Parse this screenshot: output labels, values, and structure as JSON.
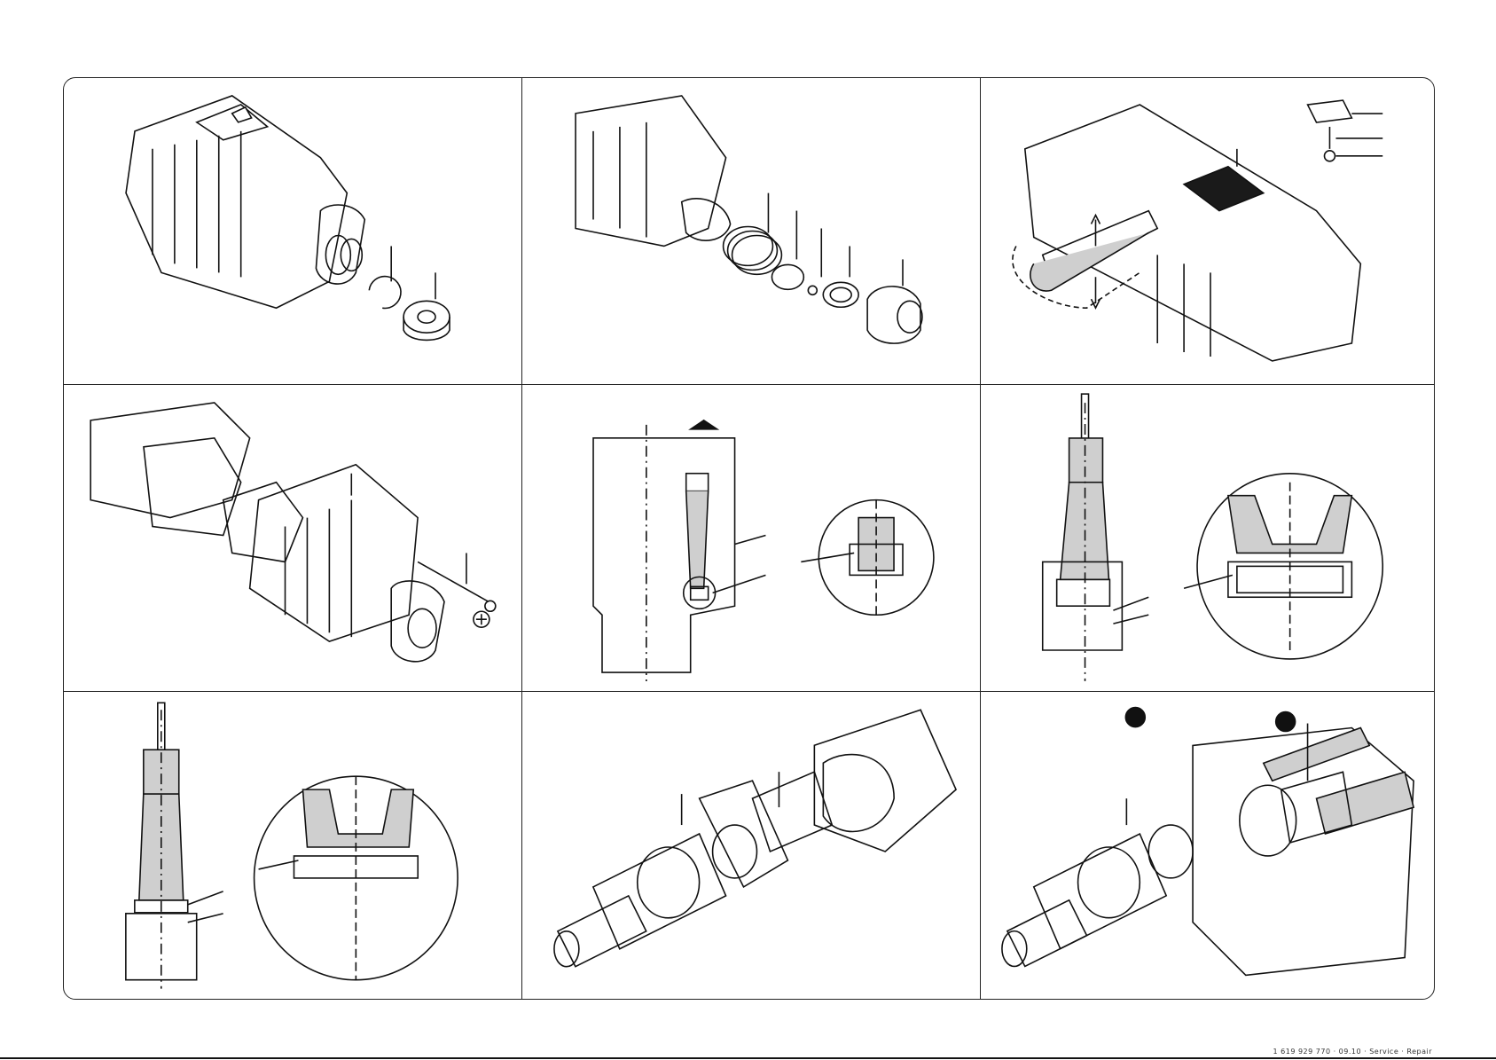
{
  "page": {
    "footer_code": "1 619 929 770 · 09.10 · Service · Repair"
  },
  "panels": [
    {
      "name": "remove-circlip-and-nut",
      "badge": ""
    },
    {
      "name": "remove-spring-and-rings",
      "badge": ""
    },
    {
      "name": "lever-off-switch-cap",
      "badge": ""
    },
    {
      "name": "unscrew-housing-screws",
      "badge": ""
    },
    {
      "name": "press-out-bearing",
      "badge": ""
    },
    {
      "name": "press-in-bearing",
      "badge": ""
    },
    {
      "name": "press-in-seal",
      "badge": ""
    },
    {
      "name": "insert-spindle-assembly",
      "badge": ""
    },
    {
      "name": "clamp-in-vice",
      "badge": ""
    }
  ],
  "colors": {
    "line": "#111111",
    "shade": "#cfcfcf",
    "dark": "#1a1a1a"
  }
}
